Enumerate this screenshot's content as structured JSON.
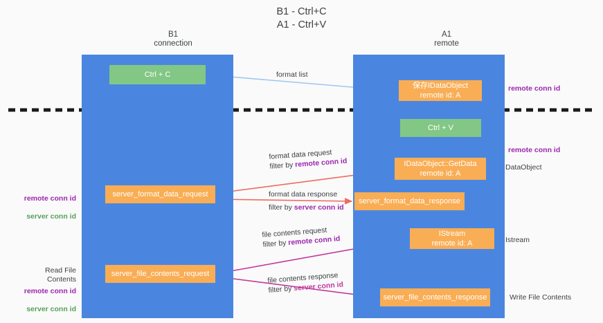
{
  "diagram": {
    "title": "B1 - Ctrl+C\nA1 - Ctrl+V",
    "columns": [
      {
        "id": "b1",
        "heading": "B1\nconnection"
      },
      {
        "id": "a1",
        "heading": "A1\nremote"
      }
    ],
    "nodes": [
      {
        "id": "ctrl-c",
        "label": "Ctrl + C",
        "color": "#82c785"
      },
      {
        "id": "store-idataobject",
        "label": "保存IDataObject\nremote id: A",
        "color": "#f9ad54"
      },
      {
        "id": "ctrl-v",
        "label": "Ctrl + V",
        "color": "#82c785"
      },
      {
        "id": "idataobject-getdata",
        "label": "IDataObject::GetData\nremote id: A",
        "color": "#f9ad54"
      },
      {
        "id": "server-format-data-request",
        "label": "server_format_data_request",
        "color": "#f9ad54"
      },
      {
        "id": "server-format-data-response",
        "label": "server_format_data_response",
        "color": "#f9ad54"
      },
      {
        "id": "istream",
        "label": "IStream\nremote id: A",
        "color": "#f9ad54"
      },
      {
        "id": "server-file-contents-request",
        "label": "server_file_contents_request",
        "color": "#f9ad54"
      },
      {
        "id": "server-file-contents-response",
        "label": "server_file_contents_response",
        "color": "#f9ad54"
      }
    ],
    "edge_labels": {
      "format_list": "format list",
      "format_data_request": "format data request",
      "format_data_request_filter_prefix": "filter by ",
      "format_data_request_filter_key": "remote conn id",
      "format_data_response": "format data response",
      "format_data_response_filter_prefix": "filter by ",
      "format_data_response_filter_key": "server conn id",
      "file_contents_request": "file contents request",
      "file_contents_request_filter_prefix": "filter by ",
      "file_contents_request_filter_key": "remote conn id",
      "file_contents_response": "file contents response",
      "file_contents_response_filter_prefix": "filter by ",
      "file_contents_response_filter_key": "server conn id"
    },
    "right_labels": [
      {
        "id": "remote-conn-id-top",
        "text": "remote conn id",
        "color": "#9c27b0"
      },
      {
        "id": "remote-conn-id-mid",
        "text": "remote conn id",
        "color": "#9c27b0"
      },
      {
        "id": "dataobject",
        "text": "DataObject",
        "color": "#3c4043"
      },
      {
        "id": "istream-label",
        "text": "Istream",
        "color": "#3c4043"
      },
      {
        "id": "write-file-contents",
        "text": "Write File Contents",
        "color": "#3c4043"
      }
    ],
    "left_labels": [
      {
        "id": "conn-ids-mid",
        "text": "remote conn id\nserver conn id",
        "colors": [
          "#9c27b0",
          "#57a05a"
        ]
      },
      {
        "id": "read-file-contents",
        "text": "Read File Contents",
        "color": "#3c4043"
      },
      {
        "id": "conn-ids-bottom",
        "text": "remote conn id\nserver conn id",
        "colors": [
          "#9c27b0",
          "#57a05a"
        ]
      }
    ],
    "colors": {
      "lane": "#4a86e0",
      "node_green": "#82c785",
      "node_orange": "#f9ad54",
      "arrow_blue": "#9fc5f0",
      "arrow_red": "#ef6a5e",
      "arrow_magenta": "#c2399c",
      "arrow_black": "#1a1a1a",
      "separator": "#1a1a1a",
      "background": "#fafafa"
    }
  }
}
